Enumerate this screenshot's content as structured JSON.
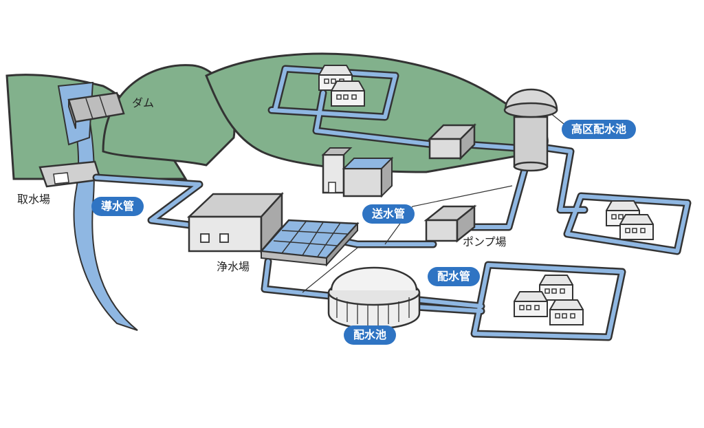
{
  "labels": {
    "dam": "ダム",
    "intake": "取水場",
    "purification_plant": "浄水場",
    "pump_station": "ポンプ場"
  },
  "pills": {
    "conduit": "導水管",
    "transmission_pipe": "送水管",
    "high_reservoir": "高区配水池",
    "distribution_pipe": "配水管",
    "reservoir": "配水池"
  },
  "colors": {
    "hill": "#82b18c",
    "pipe": "#8fb7e2",
    "pill": "#2f74c3",
    "outline": "#333333"
  }
}
